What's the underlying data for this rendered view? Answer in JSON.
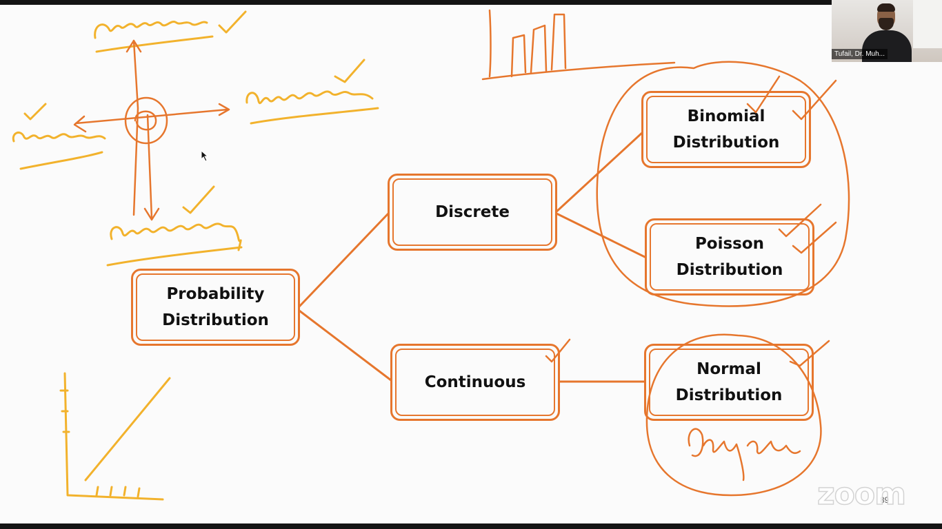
{
  "slide": {
    "nodes": {
      "root": "Probability\nDistribution",
      "discrete": "Discrete",
      "continuous": "Continuous",
      "binomial": "Binomial\nDistribution",
      "poisson": "Poisson\nDistribution",
      "normal": "Normal\nDistribution"
    },
    "page_number": "89"
  },
  "video_tile": {
    "participant_name": "Tufail, Dr. Muh..."
  },
  "watermark": "zoom",
  "colors": {
    "pen_orange": "#e6762d",
    "pen_yellow": "#f2b22c",
    "slide_bg": "#fbfbfb"
  }
}
